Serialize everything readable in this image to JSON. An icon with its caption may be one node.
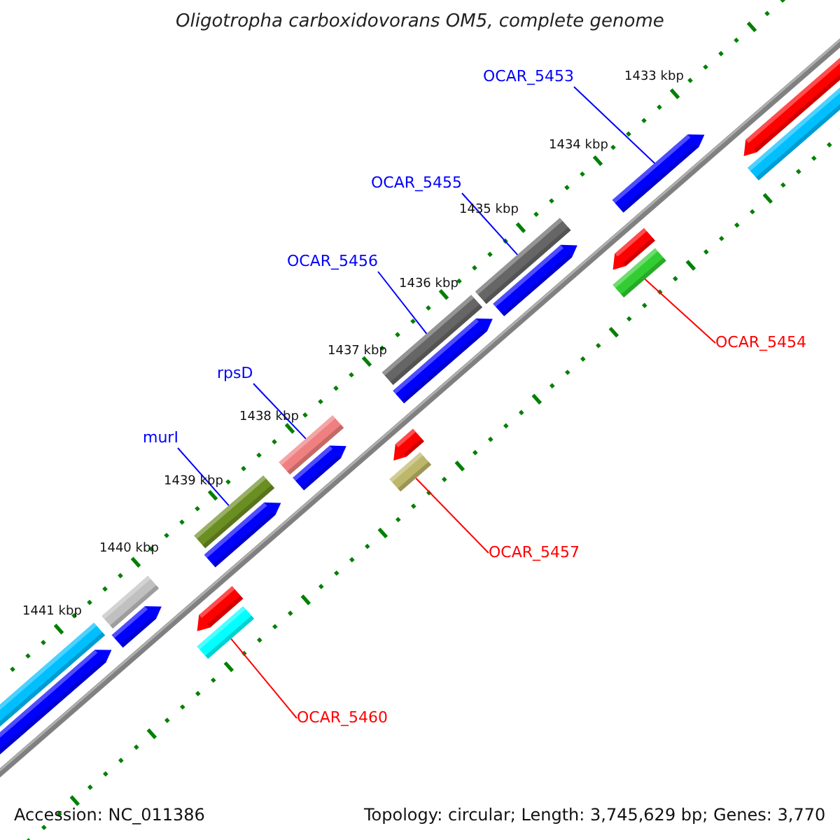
{
  "diagram": {
    "title": "Oligotropha carboxidovorans OM5, complete genome",
    "nodes": [
      {
        "text": [
          "OCAR_5453"
        ]
      },
      {
        "text": [],
        "shape": "bar"
      },
      {
        "text": [
          "OCAR_5455"
        ]
      },
      {
        "text": [],
        "shape": "bar"
      },
      {
        "text": [
          "OCAR_5456"
        ]
      },
      {
        "text": [],
        "shape": "bar"
      },
      {
        "text": [
          "OCAR_5454"
        ]
      },
      {
        "text": [],
        "shape": "bar"
      },
      {
        "text": [
          "rpsD"
        ]
      },
      {
        "text": [],
        "shape": "bar"
      },
      {
        "text": [
          "murI"
        ]
      },
      {
        "text": [],
        "shape": "bar"
      },
      {
        "text": [
          "OCAR_5457"
        ]
      },
      {
        "text": [],
        "shape": "bar"
      },
      {
        "text": [
          "OCAR_5460"
        ]
      },
      {
        "text": [],
        "shape": "bar"
      }
    ],
    "edges": [
      {
        "from": 0,
        "to": 1,
        "arrow": "none"
      },
      {
        "from": 2,
        "to": 3,
        "arrow": "none"
      },
      {
        "from": 4,
        "to": 5,
        "arrow": "none"
      },
      {
        "from": 6,
        "to": 7,
        "arrow": "none",
        "color": "#ff0000"
      },
      {
        "from": 8,
        "to": 9,
        "arrow": "none"
      },
      {
        "from": 10,
        "to": 11,
        "arrow": "none"
      },
      {
        "from": 12,
        "to": 13,
        "arrow": "none",
        "color": "#ff0000"
      },
      {
        "from": 14,
        "to": 15,
        "arrow": "none",
        "color": "#ff0000"
      }
    ],
    "labels": [
      "1433 kbp",
      "1434 kbp",
      "1435 kbp",
      "1436 kbp",
      "1437 kbp",
      "1438 kbp",
      "1439 kbp",
      "1440 kbp",
      "1441 kbp",
      "Accession: NC_011386",
      "Topology: circular; Length: 3,745,629 bp; Genes: 3,770"
    ]
  }
}
